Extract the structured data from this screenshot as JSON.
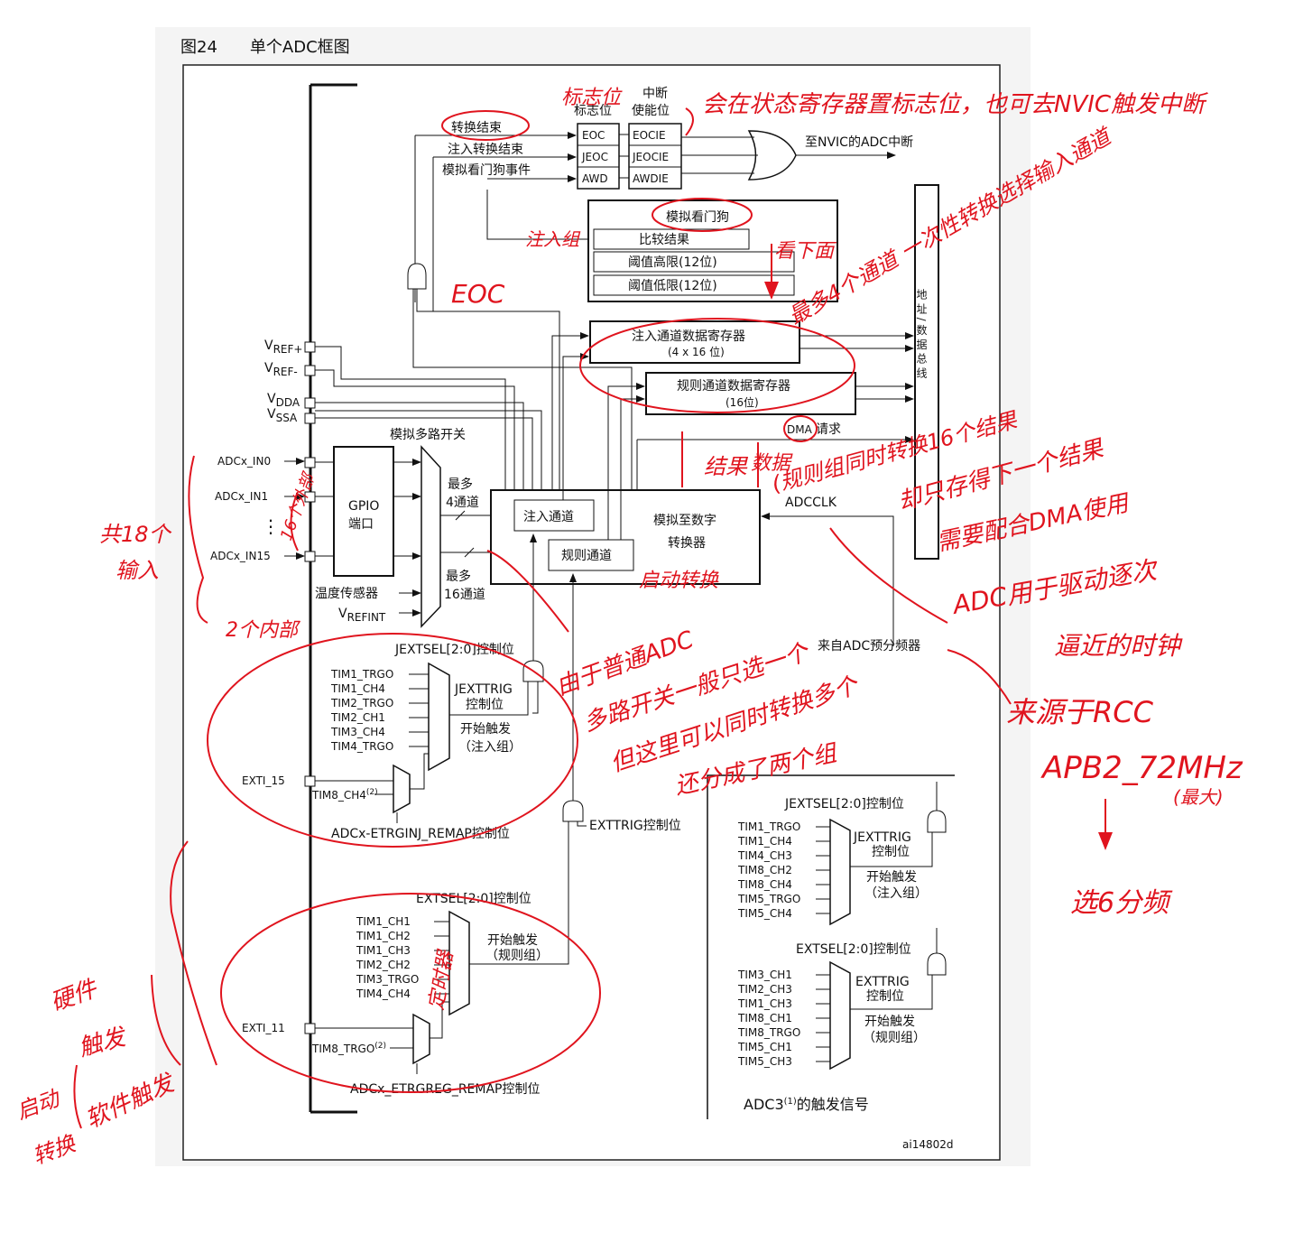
{
  "figure": {
    "title": "图24　　单个ADC框图",
    "id": "ai14802d",
    "adc3_caption": "ADC3",
    "adc3_caption_sup": "(1)",
    "adc3_caption_tail": "的触发信号"
  },
  "interrupts": {
    "flag_header": "标志位",
    "enable_header_1": "中断",
    "enable_header_2": "使能位",
    "flags": [
      "EOC",
      "JEOC",
      "AWD"
    ],
    "enables": [
      "EOCIE",
      "JEOCIE",
      "AWDIE"
    ],
    "events": [
      "转换结束",
      "注入转换结束",
      "模拟看门狗事件"
    ],
    "nvic_output": "至NVIC的ADC中断"
  },
  "watchdog": {
    "title": "模拟看门狗",
    "compare": "比较结果",
    "high": "阈值高限(12位)",
    "low": "阈值低限(12位)"
  },
  "registers": {
    "injected_1": "注入通道数据寄存器",
    "injected_2": "(4 x 16 位)",
    "regular_1": "规则通道数据寄存器",
    "regular_2": "(16位)",
    "dma": "DMA",
    "dma_tail": "请求",
    "bus": "地 址 / 数 据 总 线"
  },
  "inputs": {
    "vref_plus": "V",
    "vref_plus_sub": "REF+",
    "vref_minus": "V",
    "vref_minus_sub": "REF-",
    "vdda": "V",
    "vdda_sub": "DDA",
    "vssa": "V",
    "vssa_sub": "SSA",
    "in0": "ADCx_IN0",
    "in1": "ADCx_IN1",
    "dots": "⋮",
    "in15": "ADCx_IN15",
    "gpio_1": "GPIO",
    "gpio_2": "端口",
    "temp": "温度传感器",
    "vrefint": "V",
    "vrefint_sub": "REFINT"
  },
  "mux": {
    "title": "模拟多路开关",
    "max_inj_1": "最多",
    "max_inj_2": "4通道",
    "max_reg_1": "最多",
    "max_reg_2": "16通道"
  },
  "adc": {
    "injected": "注入通道",
    "regular": "规则通道",
    "converter_1": "模拟至数字",
    "converter_2": "转换器",
    "adcclk": "ADCCLK",
    "prescaler": "来自ADC预分频器"
  },
  "inj_trigger": {
    "sel": "JEXTSEL[2:0]控制位",
    "sources": [
      "TIM1_TRGO",
      "TIM1_CH4",
      "TIM2_TRGO",
      "TIM2_CH1",
      "TIM3_CH4",
      "TIM4_TRGO"
    ],
    "exti": "EXTI_15",
    "tim8": "TIM8_CH4",
    "tim8_sup": "(2)",
    "jexttrig_1": "JEXTTRIG",
    "jexttrig_2": "控制位",
    "start_1": "开始触发",
    "start_2": "（注入组）",
    "remap": "ADCx-ETRGINJ_REMAP控制位"
  },
  "reg_trigger": {
    "sel": "EXTSEL[2:0]控制位",
    "sources": [
      "TIM1_CH1",
      "TIM1_CH2",
      "TIM1_CH3",
      "TIM2_CH2",
      "TIM3_TRGO",
      "TIM4_CH4"
    ],
    "exti": "EXTI_11",
    "tim8": "TIM8_TRGO",
    "tim8_sup": "(2)",
    "exttrig": "EXTTRIG控制位",
    "start_1": "开始触发",
    "start_2": "（规则组）",
    "remap": "ADCx_ETRGREG_REMAP控制位"
  },
  "adc3_inj": {
    "sel": "JEXTSEL[2:0]控制位",
    "sources": [
      "TIM1_TRGO",
      "TIM1_CH4",
      "TIM4_CH3",
      "TIM8_CH2",
      "TIM8_CH4",
      "TIM5_TRGO",
      "TIM5_CH4"
    ],
    "jexttrig_1": "JEXTTRIG",
    "jexttrig_2": "控制位",
    "start_1": "开始触发",
    "start_2": "（注入组）"
  },
  "adc3_reg": {
    "sel": "EXTSEL[2:0]控制位",
    "sources": [
      "TIM3_CH1",
      "TIM2_CH3",
      "TIM1_CH3",
      "TIM8_CH1",
      "TIM8_TRGO",
      "TIM5_CH1",
      "TIM5_CH3"
    ],
    "exttrig_1": "EXTTRIG",
    "exttrig_2": "控制位",
    "start_1": "开始触发",
    "start_2": "（规则组）"
  },
  "annotations": {
    "flags_note": "标志位",
    "status_note": "会在状态寄存器置标志位，也可去NVIC触发中断",
    "exti_note": "注入组",
    "eoc_note": "EOC",
    "window_note": "看下面",
    "inj_note": "最多4个通道 一次性转换选择输入通道",
    "result_note": "结果",
    "dma_note_1": "数据",
    "dma_note_2": "(规则组同时转换16个结果",
    "dma_note_3": "却只存得下一个结果",
    "dma_note_4": "需要配合DMA使用",
    "start_note": "启动转换",
    "channels_note_1": "共18个",
    "channels_note_2": "输入",
    "internal_note": "2个内部",
    "external_note": "16个外部",
    "group_note_1": "由于普通ADC",
    "group_note_2": "多路开关一般只选一个",
    "group_note_3": "但这里可以同时转换多个",
    "group_note_4": "还分成了两个组",
    "clock_note_1": "ADC用于驱动逐次",
    "clock_note_2": "逼近的时钟",
    "rcc_note": "来源于RCC",
    "apb2_note": "APB2_72MHz",
    "max_note": "(最大)",
    "down_arrow": "↓",
    "prescale_note": "选6分频",
    "hw_note_1": "硬件",
    "hw_note_2": "触发",
    "sw_note": "软件触发",
    "trig_note_1": "启动",
    "trig_note_2": "转换",
    "hw_sources": "定时器"
  }
}
